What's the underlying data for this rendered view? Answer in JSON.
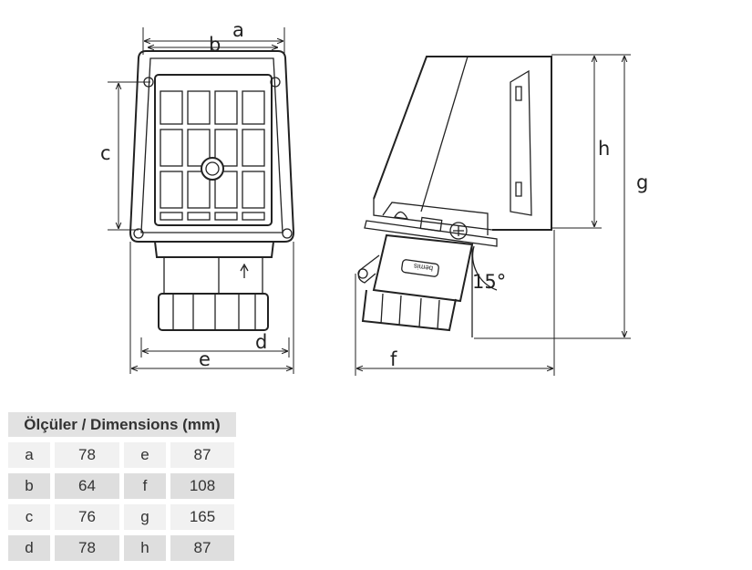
{
  "drawing": {
    "dimension_labels": {
      "a": "a",
      "b": "b",
      "c": "c",
      "d": "d",
      "e": "e",
      "f": "f",
      "g": "g",
      "h": "h"
    },
    "angle_label": "15°",
    "logo_text": "bemis"
  },
  "table": {
    "title": "Ölçüler / Dimensions (mm)",
    "rows": [
      {
        "k1": "a",
        "v1": "78",
        "k2": "e",
        "v2": "87"
      },
      {
        "k1": "b",
        "v1": "64",
        "k2": "f",
        "v2": "108"
      },
      {
        "k1": "c",
        "v1": "76",
        "k2": "g",
        "v2": "165"
      },
      {
        "k1": "d",
        "v1": "78",
        "k2": "h",
        "v2": "87"
      }
    ]
  }
}
